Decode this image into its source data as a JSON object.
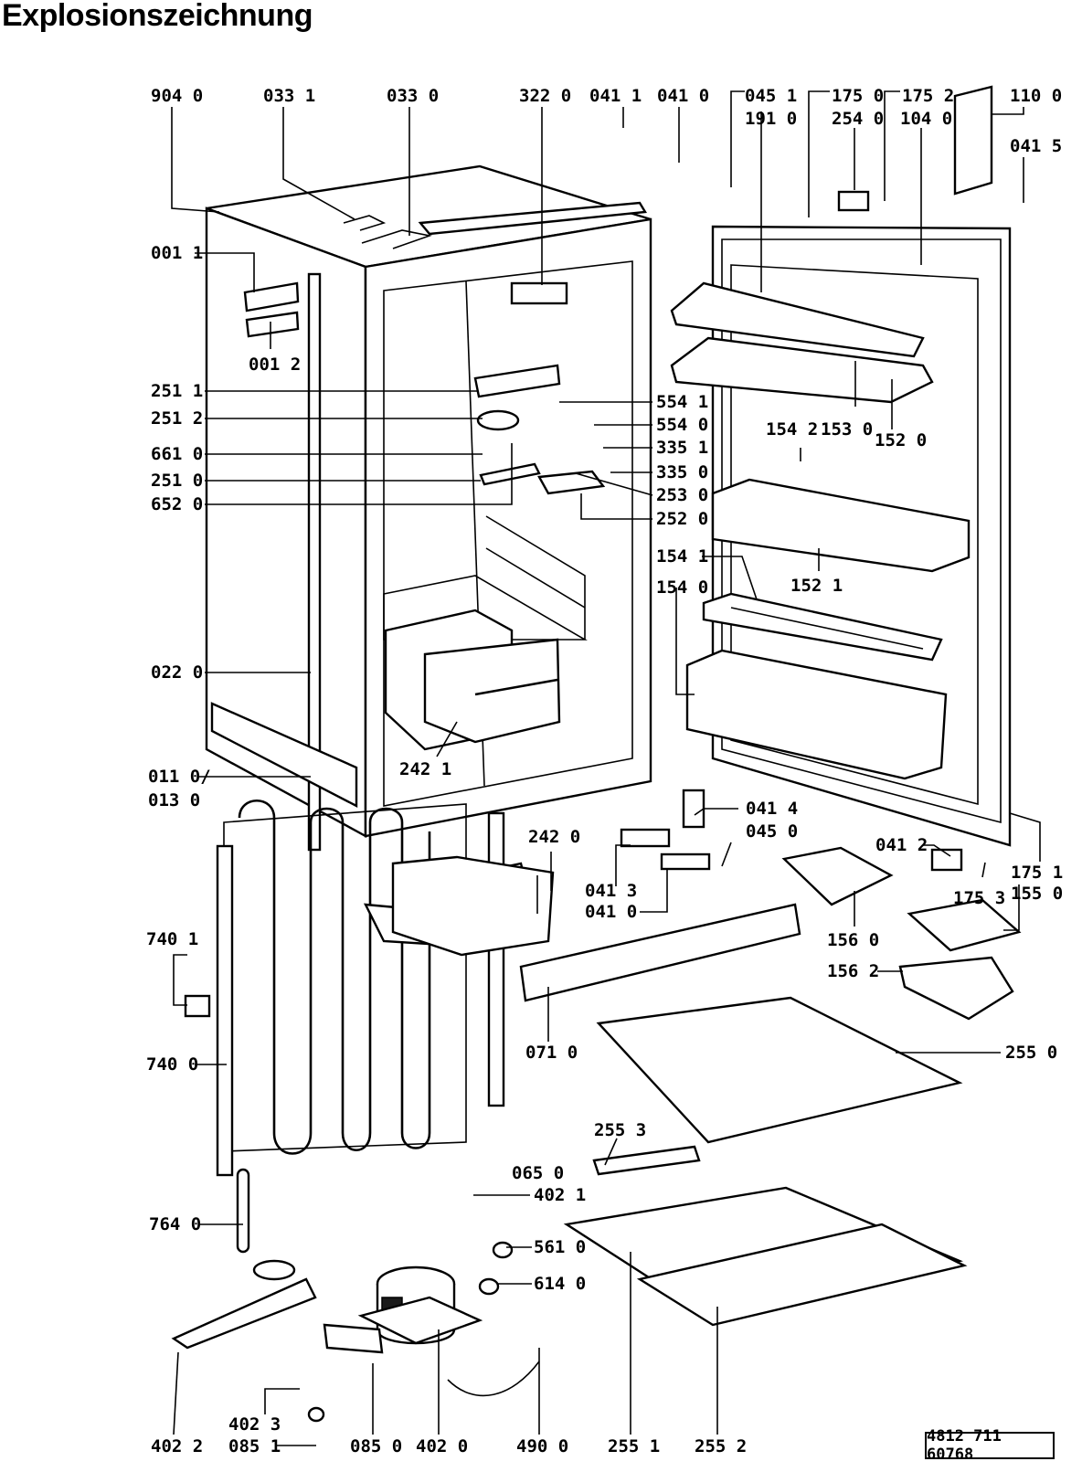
{
  "title": "Explosionszeichnung",
  "document_number": "4812 711 60768",
  "callouts": [
    "904 0",
    "033 1",
    "033 0",
    "322 0",
    "041 1",
    "041 0",
    "045 1",
    "191 0",
    "175 0",
    "254 0",
    "175 2",
    "104 0",
    "110 0",
    "041 5",
    "001 1",
    "001 2",
    "251 1",
    "251 2",
    "661 0",
    "251 0",
    "652 0",
    "554 1",
    "554 0",
    "335 1",
    "335 0",
    "253 0",
    "252 0",
    "154 2",
    "153 0",
    "152 0",
    "152 1",
    "154 1",
    "154 0",
    "022 0",
    "242 1",
    "011 0/",
    "013 0",
    "041 4",
    "045 0",
    "041 2",
    "175 1",
    "175 3",
    "155 0",
    "242 0",
    "041 3",
    "041 0",
    "156 0",
    "156 2",
    "740 1",
    "740 0",
    "071 0",
    "255 0",
    "255 3",
    "065 0",
    "402 1",
    "764 0",
    "561 0",
    "614 0",
    "402 3",
    "085 1",
    "402 2",
    "085 0",
    "402 0",
    "490 0",
    "255 1",
    "255 2"
  ]
}
